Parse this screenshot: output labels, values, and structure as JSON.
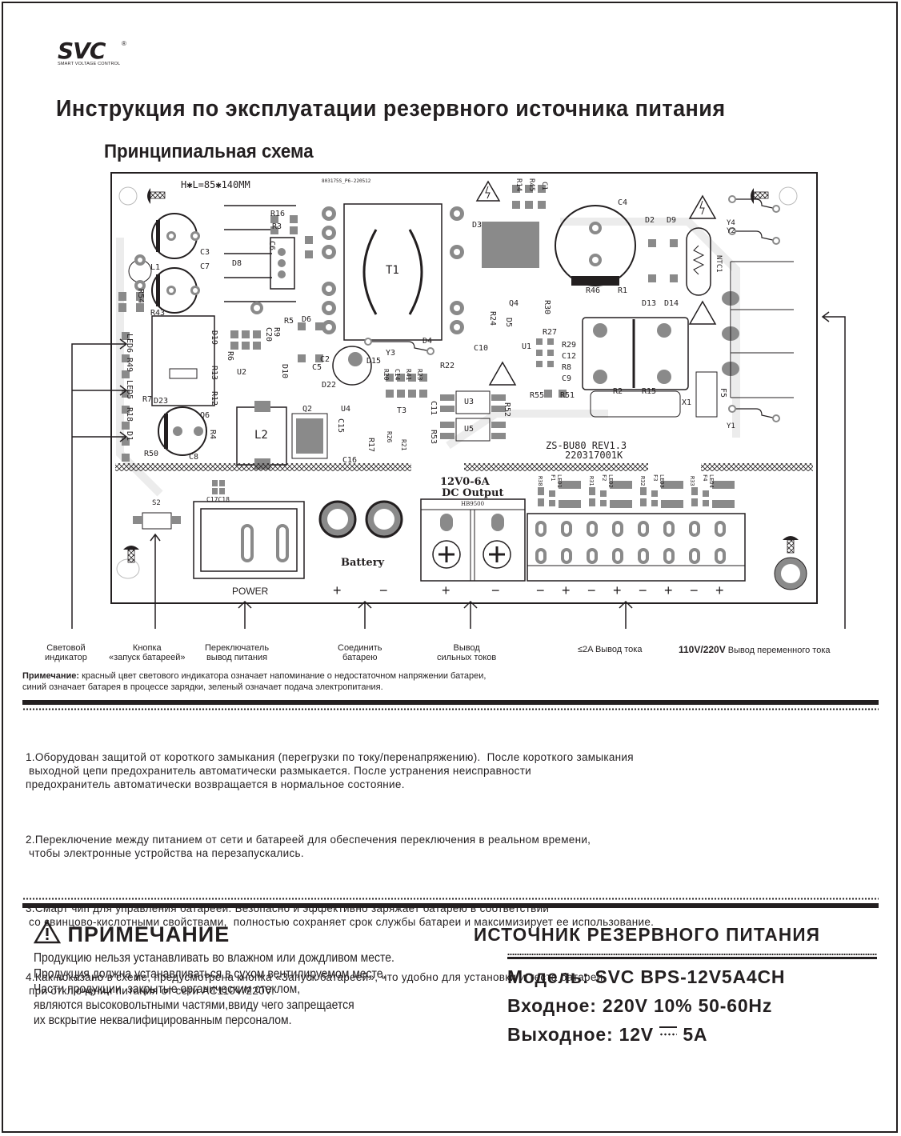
{
  "brand": {
    "logo_text": "SVC",
    "registered_mark": "®",
    "tagline": "SMART VOLTAGE CONTROL"
  },
  "header": {
    "title": "Инструкция по эксплуатации резервного источника питания",
    "subtitle": "Принципиальная схема"
  },
  "pcb": {
    "dimensions_label": "H✱L=85✱140MM",
    "part_code": "803175S_P6-220512",
    "board_name": "ZS-BU80 REV1.3",
    "board_serial": "220317001K",
    "dc_output_label_1": "12V0-6A",
    "dc_output_label_2": "DC Output",
    "terminal_model": "HB9500",
    "battery_label": "Battery",
    "power_label": "POWER",
    "switch_label": "S2",
    "components": {
      "T1": "T1",
      "C3": "C3",
      "C7": "C7",
      "L1": "L1",
      "R54": "R54",
      "R43": "R43",
      "D8": "D8",
      "R16": "R16",
      "R3": "R3",
      "C6": "C6",
      "R5": "R5",
      "D6": "D6",
      "D3": "D3",
      "R14": "R14",
      "R45": "R45",
      "C1": "C1",
      "C4": "C4",
      "D2": "D2",
      "D9": "D9",
      "D13": "D13",
      "D14": "D14",
      "NTC1": "NTC1",
      "Y4": "Y4",
      "Y2": "Y2",
      "Y1": "Y1",
      "R46": "R46",
      "R1": "R1",
      "Q4": "Q4",
      "R24": "R24",
      "D5": "D5",
      "R30": "R30",
      "R27": "R27",
      "LED6": "LED6",
      "R49": "R49",
      "LED5": "LED5",
      "R7": "R7",
      "R18": "R18",
      "D1": "D1",
      "R50": "R50",
      "C8": "C8",
      "R4": "R4",
      "D19": "D19",
      "R9": "R9",
      "C20": "C20",
      "R6": "R6",
      "R13": "R13",
      "R12": "R12",
      "U2": "U2",
      "D10": "D10",
      "D23": "D23",
      "Q6": "Q6",
      "C2": "C2",
      "C5": "C5",
      "D22": "D22",
      "Y3": "Y3",
      "D15": "D15",
      "L2": "L2",
      "Q2": "Q2",
      "U4": "U4",
      "C15": "C15",
      "C16": "C16",
      "R17": "R17",
      "R20": "R20",
      "C14": "C14",
      "R41": "R41",
      "R23": "R23",
      "T3": "T3",
      "R26": "R26",
      "R21": "R21",
      "C11": "C11",
      "R53": "R53",
      "D4": "D4",
      "R22": "R22",
      "C10": "C10",
      "U1": "U1",
      "R29": "R29",
      "C12": "C12",
      "R8": "R8",
      "C9": "C9",
      "U3": "U3",
      "U5": "U5",
      "R52": "R52",
      "R55": "R55",
      "R51": "R51",
      "R2": "R2",
      "R15": "R15",
      "X1": "X1",
      "F5": "F5",
      "C17C18": "C17C18",
      "R38": "R38",
      "F1": "F1",
      "LED1": "LED1",
      "R31": "R31",
      "F2": "F2",
      "LED2": "LED2",
      "R32": "R32",
      "F3": "F3",
      "LED3": "LED3",
      "R33": "R33",
      "F4": "F4",
      "LED4": "LED4"
    },
    "polarity": {
      "battery": [
        "+",
        "−"
      ],
      "dc_output": [
        "+",
        "−"
      ],
      "channels": [
        "−",
        "+",
        "−",
        "+",
        "−",
        "+",
        "−",
        "+"
      ]
    }
  },
  "callouts": {
    "indicator": [
      "Световой",
      "индикатор"
    ],
    "battery_start_button": [
      "Кнопка",
      "«запуск батареей»"
    ],
    "power_switch": [
      "Переключатель",
      "вывод питания"
    ],
    "connect_battery": [
      "Соединить",
      "батарею"
    ],
    "high_current_output": [
      "Вывод",
      "сильных токов"
    ],
    "low_current_output": "≤2A Вывод тока",
    "ac_output_voltage": "110V/220V",
    "ac_output_label": "Вывод переменного тока"
  },
  "note": {
    "label": "Примечание:",
    "line1": " красный цвет светового индикатора означает напоминание о недостаточном напряжении батареи,",
    "line2": "синий означает батарея в процессе зарядки, зеленый означает подача электропитания."
  },
  "features": [
    "1.Оборудован защитой от короткого замыкания (перегрузки по току/перенапряжению).  После короткого замыкания\n выходной цепи предохранитель автоматически размыкается. После устранения неисправности\nпредохранитель автоматически возвращается в нормальное состояние.",
    "2.Переключение между питанием от сети и батареей для обеспечения переключения в реальном времени,\n чтобы электронные устройства на перезапускались.",
    "3.Смарт чип для управления батареей. Безопасно и эффективно заряжает батарею в соответствии\n со свинцово-кислотными свойствами,  полностью сохраняет срок службы батареи и максимизирует ее использование.",
    "4.Как показано в схеме, предусмотрена кнопка «Запуск батареей», что удобно для установки и теста батареи\n при отключении питания от сети AC110V/220V."
  ],
  "warning": {
    "icon": "warning-triangle-icon",
    "title": "ПРИМЕЧАНИЕ",
    "lines": [
      "Продукцию нельзя устанавливать во влажном или дождливом месте.",
      "Продукция должна устанавливаться в сухом вентилируемом месте.",
      "Части продукции, закрытые органическим стеклом,",
      "являются высоковольтными частями,ввиду чего запрещается",
      "их вскрытие неквалифицированным персоналом."
    ]
  },
  "specs": {
    "title": "ИСТОЧНИК РЕЗЕРВНОГО ПИТАНИЯ",
    "model": "Модель: SVC BPS-12V5A4CH",
    "input": "Входное: 220V 10% 50-60Hz",
    "output_prefix": "Выходное: 12V ",
    "output_dc_symbol": "⎓",
    "output_suffix": " 5A"
  },
  "colors": {
    "ink": "#231f20",
    "pad_gray": "#8a8a8a",
    "light_gray": "#d0d0d0"
  }
}
